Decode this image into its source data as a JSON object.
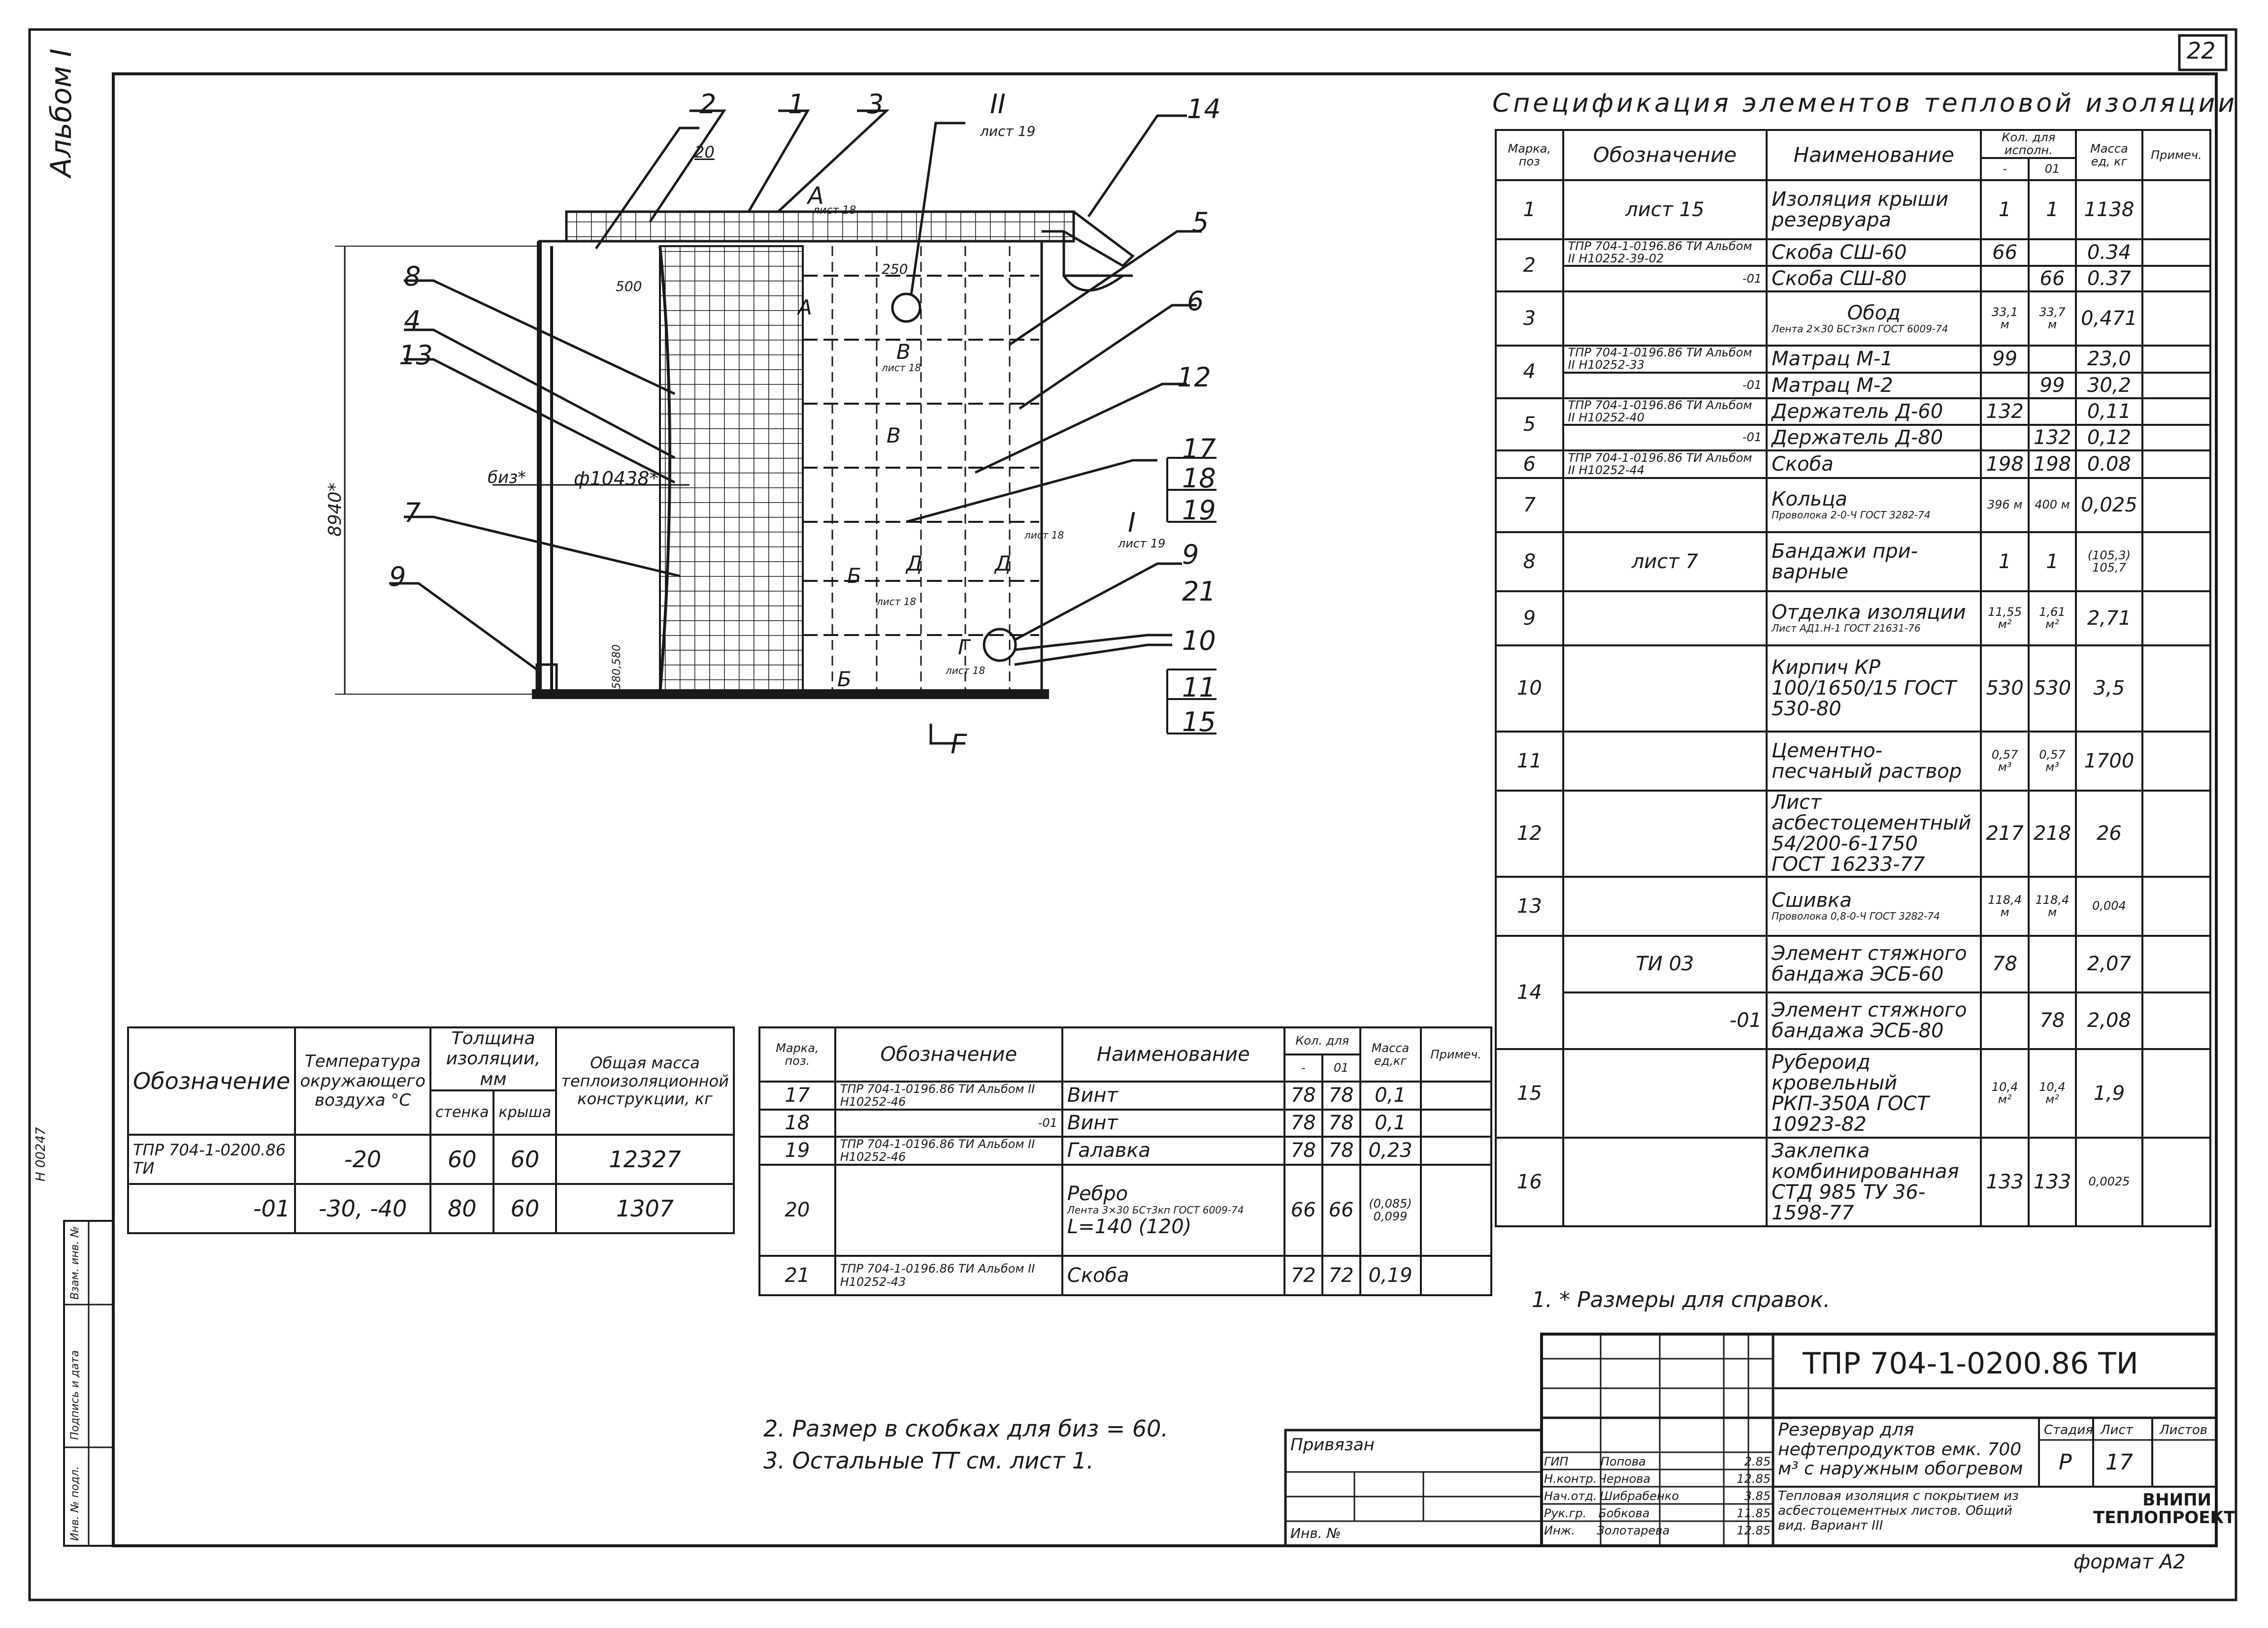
{
  "sheet": {
    "number": "22",
    "album": "Альбом I",
    "left_code": "Н 00247",
    "side_strip": [
      "Инв. № подл.",
      "Подпись и дата",
      "Взам. инв. №"
    ],
    "format": "формат А2"
  },
  "drawing": {
    "callouts": [
      "2",
      "1",
      "3",
      "II",
      "14",
      "5",
      "6",
      "12",
      "17",
      "18",
      "19",
      "9",
      "21",
      "10",
      "11",
      "15",
      "8",
      "4",
      "13",
      "7",
      "9",
      "20",
      "I",
      "Г"
    ],
    "sheet_refs": {
      "ii": "лист 19",
      "i": "лист 19",
      "a": "лист 18"
    },
    "section_letters": [
      "А",
      "А",
      "В",
      "В",
      "Б",
      "Д",
      "Д",
      "Б",
      "Г"
    ],
    "dims": {
      "d500": "500",
      "d250": "250",
      "height": "8940*",
      "diameter": "ф10438*",
      "biz": "биз*",
      "d580": "580,580",
      "d20": "20"
    },
    "refs_small": [
      "лист 18",
      "лист 18",
      "лист 18",
      "лист 18"
    ]
  },
  "spec": {
    "title": "Спецификация элементов тепловой изоляции",
    "headers": {
      "mark": "Марка, поз",
      "designation": "Обозначение",
      "name": "Наименование",
      "qty": "Кол. для исполн.",
      "qty_a": "-",
      "qty_b": "01",
      "mass": "Масса ед, кг",
      "note": "Примеч."
    },
    "rows": [
      {
        "mark": "1",
        "des": "лист 15",
        "des2": "",
        "name": "Изоляция крыши резервуара",
        "q1": "1",
        "q2": "1",
        "m": "1138"
      },
      {
        "mark": "2",
        "des": "ТПР 704-1-0196.86 ТИ Альбом II Н10252-39-02",
        "des2": "-01",
        "name": "Скоба СШ-60",
        "name2": "Скоба СШ-80",
        "q1": "66",
        "q2": "",
        "q1b": "",
        "q2b": "66",
        "m": "0.34",
        "m2": "0.37"
      },
      {
        "mark": "3",
        "des": "",
        "des2": "",
        "name": "Обод",
        "sub": "Лента 2×30 БСт3кп ГОСТ 6009-74",
        "q1": "33,1 м",
        "q2": "33,7 м",
        "m": "0,471"
      },
      {
        "mark": "4",
        "des": "ТПР 704-1-0196.86 ТИ Альбом II Н10252-33",
        "des2": "-01",
        "name": "Матрац М-1",
        "name2": "Матрац М-2",
        "q1": "99",
        "q2": "",
        "q1b": "",
        "q2b": "99",
        "m": "23,0",
        "m2": "30,2"
      },
      {
        "mark": "5",
        "des": "ТПР 704-1-0196.86 ТИ Альбом II Н10252-40",
        "des2": "-01",
        "name": "Держатель Д-60",
        "name2": "Держатель Д-80",
        "q1": "132",
        "q2": "",
        "q1b": "",
        "q2b": "132",
        "m": "0,11",
        "m2": "0,12"
      },
      {
        "mark": "6",
        "des": "ТПР 704-1-0196.86 ТИ Альбом II Н10252-44",
        "des2": "",
        "name": "Скоба",
        "q1": "198",
        "q2": "198",
        "m": "0.08"
      },
      {
        "mark": "7",
        "des": "",
        "des2": "",
        "name": "Кольца",
        "sub": "Проволока 2-0-Ч ГОСТ 3282-74",
        "q1": "396 м",
        "q2": "400 м",
        "m": "0,025"
      },
      {
        "mark": "8",
        "des": "лист 7",
        "des2": "",
        "name": "Бандажи при-варные",
        "q1": "1",
        "q2": "1",
        "m": "(105,3) 105,7"
      },
      {
        "mark": "9",
        "des": "",
        "des2": "",
        "name": "Отделка изоляции",
        "sub": "Лист АД1.Н-1 ГОСТ 21631-76",
        "q1": "11,55 м²",
        "q2": "1,61 м²",
        "m": "2,71"
      },
      {
        "mark": "10",
        "des": "",
        "des2": "",
        "name": "Кирпич КР 100/1650/15 ГОСТ 530-80",
        "q1": "530",
        "q2": "530",
        "m": "3,5"
      },
      {
        "mark": "11",
        "des": "",
        "des2": "",
        "name": "Цементно-песчаный раствор",
        "q1": "0,57 м³",
        "q2": "0,57 м³",
        "m": "1700"
      },
      {
        "mark": "12",
        "des": "",
        "des2": "",
        "name": "Лист асбестоцементный 54/200-6-1750 ГОСТ 16233-77",
        "q1": "217",
        "q2": "218",
        "m": "26"
      },
      {
        "mark": "13",
        "des": "",
        "des2": "",
        "name": "Сшивка",
        "sub": "Проволока 0,8-0-Ч ГОСТ 3282-74",
        "q1": "118,4 м",
        "q2": "118,4 м",
        "m": "0,004"
      },
      {
        "mark": "14",
        "des": "ТИ 03",
        "des2": "-01",
        "name": "Элемент стяжного бандажа ЭСБ-60",
        "name2": "Элемент стяжного бандажа ЭСБ-80",
        "q1": "78",
        "q2": "",
        "q1b": "",
        "q2b": "78",
        "m": "2,07",
        "m2": "2,08"
      },
      {
        "mark": "15",
        "des": "",
        "des2": "",
        "name": "Рубероид кровельный РКП-350А ГОСТ 10923-82",
        "q1": "10,4 м²",
        "q2": "10,4 м²",
        "m": "1,9"
      },
      {
        "mark": "16",
        "des": "",
        "des2": "",
        "name": "Заклепка комбинированная СТД 985 ТУ 36-1598-77",
        "q1": "133",
        "q2": "133",
        "m": "0,0025"
      }
    ]
  },
  "pos_table": {
    "headers": {
      "mark": "Марка, поз.",
      "designation": "Обозначение",
      "name": "Наименование",
      "qty": "Кол. для",
      "qa": "-",
      "qb": "01",
      "mass": "Масса ед,кг",
      "note": "Примеч."
    },
    "rows": [
      {
        "mark": "17",
        "des": "ТПР 704-1-0196.86 ТИ Альбом II Н10252-46",
        "name": "Винт",
        "q1": "78",
        "q2": "78",
        "m": "0,1"
      },
      {
        "mark": "18",
        "des": "-01",
        "name": "Винт",
        "q1": "78",
        "q2": "78",
        "m": "0,1"
      },
      {
        "mark": "19",
        "des": "ТПР 704-1-0196.86 ТИ Альбом II Н10252-46",
        "name": "Галавка",
        "q1": "78",
        "q2": "78",
        "m": "0,23"
      },
      {
        "mark": "20",
        "des": "",
        "name": "Ребро",
        "sub": "Лента 3×30 БСт3кп ГОСТ 6009-74",
        "sub2": "L=140 (120)",
        "q1": "66",
        "q2": "66",
        "m": "(0,085) 0,099"
      },
      {
        "mark": "21",
        "des": "ТПР 704-1-0196.86 ТИ Альбом II Н10252-43",
        "name": "Скоба",
        "q1": "72",
        "q2": "72",
        "m": "0,19"
      }
    ]
  },
  "iso_table": {
    "headers": {
      "des": "Обозначение",
      "temp": "Температура окружающего воздуха °С",
      "thick": "Толщина изоляции, мм",
      "wall": "стенка",
      "roof": "крыша",
      "mass": "Общая масса теплоизоляционной конструкции, кг"
    },
    "rows": [
      {
        "des": "ТПР 704-1-0200.86 ТИ",
        "temp": "-20",
        "wall": "60",
        "roof": "60",
        "mass": "12327"
      },
      {
        "des": "-01",
        "temp": "-30, -40",
        "wall": "80",
        "roof": "60",
        "mass": "1307"
      }
    ]
  },
  "notes": {
    "n1": "1. * Размеры для справок.",
    "n2": "2. Размер в скобках для биз = 60.",
    "n3": "3. Остальные ТТ см. лист 1."
  },
  "stamp": {
    "code": "ТПР 704-1-0200.86      ТИ",
    "privyazan": "Привязан",
    "inv": "Инв. №",
    "title1": "Резервуар для нефтепродуктов емк. 700 м³ с наружным обогревом",
    "title2": "Тепловая изоляция с покрытием из асбестоцементных листов. Общий вид. Вариант III",
    "stage_h": "Стадия",
    "sheet_h": "Лист",
    "sheets_h": "Листов",
    "stage": "Р",
    "sheet": "17",
    "org": "ВНИПИ ТЕПЛОПРОЕКТ",
    "people": [
      {
        "role": "ГИП",
        "name": "Попова",
        "date": "2.85"
      },
      {
        "role": "Н.контр.",
        "name": "Чернова",
        "date": "12.85"
      },
      {
        "role": "Нач.отд.",
        "name": "Шибрабенко",
        "date": "3.85"
      },
      {
        "role": "Рук.гр.",
        "name": "Бобкова",
        "date": "11.85"
      },
      {
        "role": "Инж.",
        "name": "Золотарева",
        "date": "12.85"
      }
    ]
  }
}
